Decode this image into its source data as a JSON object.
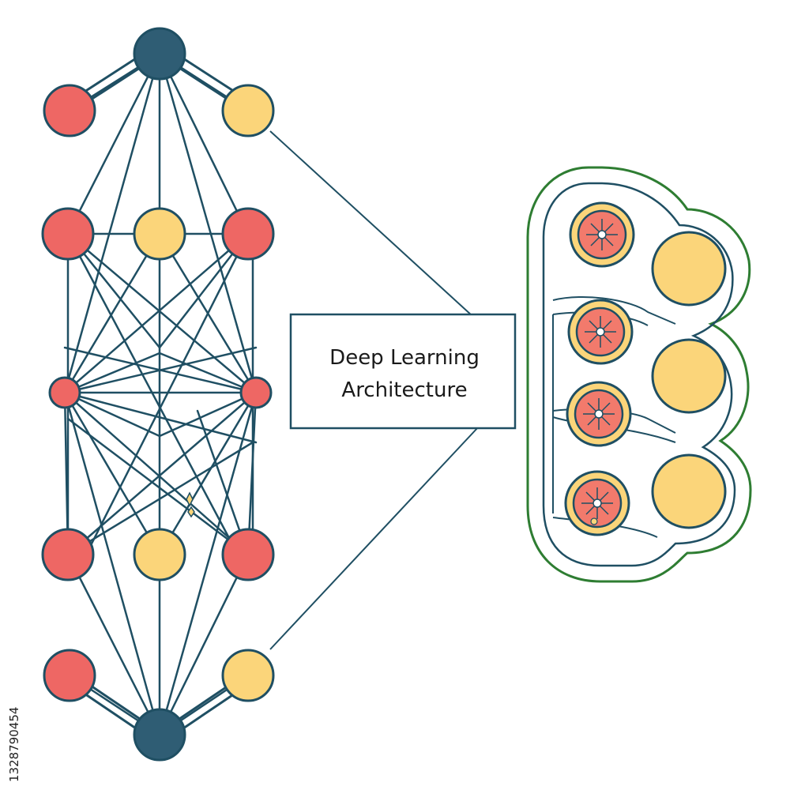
{
  "title": {
    "line1": "Deep Learning",
    "line2": "Architecture"
  },
  "side_id": "1328790454",
  "colors": {
    "line": "#1f4f63",
    "red": "#ee6764",
    "yellow": "#fbd57a",
    "dark": "#2f5d74",
    "green": "#2e7d32",
    "pinkcore": "#f27a6c"
  },
  "icons": {
    "network": "neural-network-icon",
    "module": "processing-cells-icon",
    "sparkle": "sparkle-icon"
  }
}
